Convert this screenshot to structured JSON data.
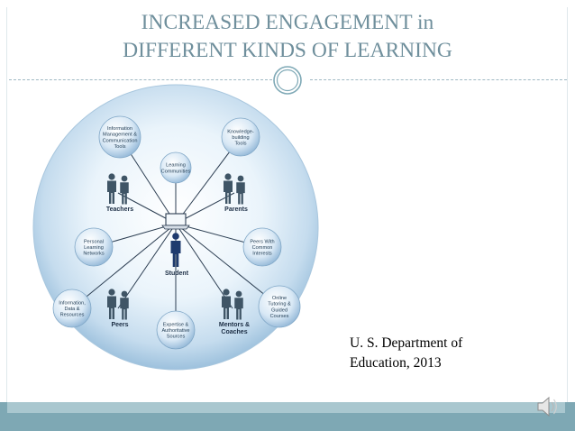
{
  "slide": {
    "title_line1": "INCREASED ENGAGEMENT in",
    "title_line2": "DIFFERENT KINDS OF LEARNING",
    "citation_line1": "U. S. Department of",
    "citation_line2": "Education, 2013"
  },
  "diagram": {
    "center_label": "Student",
    "resource_nodes": [
      {
        "lines": [
          "Information",
          "Management &",
          "Communication",
          "Tools"
        ]
      },
      {
        "lines": [
          "Knowledge-",
          "building",
          "Tools"
        ]
      },
      {
        "lines": [
          "Learning",
          "Communities"
        ]
      },
      {
        "lines": [
          "Personal",
          "Learning",
          "Networks"
        ]
      },
      {
        "lines": [
          "Peers With",
          "Common",
          "Interests"
        ]
      },
      {
        "lines": [
          "Information,",
          "Data &",
          "Resources"
        ]
      },
      {
        "lines": [
          "Online",
          "Tutoring &",
          "Guided",
          "Courses"
        ]
      },
      {
        "lines": [
          "Expertise &",
          "Authoritative",
          "Sources"
        ]
      }
    ],
    "people_nodes": [
      {
        "lines": [
          "Teachers"
        ]
      },
      {
        "lines": [
          "Parents"
        ]
      },
      {
        "lines": [
          "Peers"
        ]
      },
      {
        "lines": [
          "Mentors &",
          "Coaches"
        ]
      }
    ]
  },
  "colors": {
    "title": "#6f8f9c",
    "person": "#3f5566",
    "student": "#1f3b6e",
    "bottom_bar": "#7ea8b4"
  },
  "icons": [
    "ornament-circle-icon",
    "speaker-icon",
    "person-icon",
    "laptop-icon"
  ]
}
